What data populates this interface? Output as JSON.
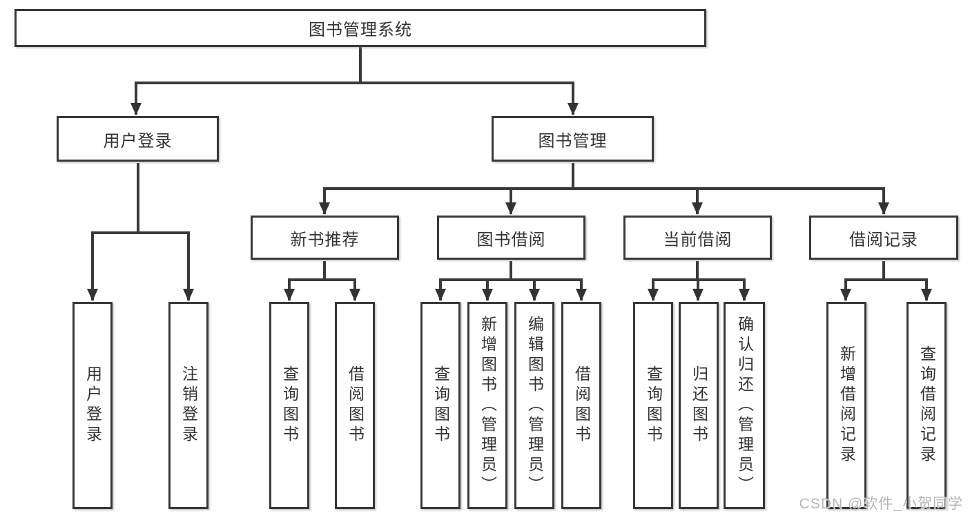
{
  "diagram": {
    "root": {
      "label": "图书管理系统"
    },
    "level2": {
      "user_login": {
        "label": "用户登录"
      },
      "book_mgmt": {
        "label": "图书管理"
      }
    },
    "level3": {
      "new_book_rec": {
        "label": "新书推荐"
      },
      "book_borrow": {
        "label": "图书借阅"
      },
      "current_borrow": {
        "label": "当前借阅"
      },
      "borrow_record": {
        "label": "借阅记录"
      }
    },
    "leaves": {
      "user_login": "用户登录",
      "logout": "注销登录",
      "nb_query": "查询图书",
      "nb_borrow": "借阅图书",
      "bb_query": "查询图书",
      "bb_add": "新增图书（管理员）",
      "bb_edit": "编辑图书（管理员）",
      "bb_borrow": "借阅图书",
      "cb_query": "查询图书",
      "cb_return": "归还图书",
      "cb_confirm": "确认归还（管理员）",
      "br_add": "新增借阅记录",
      "br_query": "查询借阅记录"
    }
  },
  "watermark": {
    "text": "CSDN @软件_小贺同学"
  },
  "colors": {
    "line": "#3a3a3a",
    "border": "#383838",
    "text": "#333333",
    "watermark": "#b5b5b5",
    "background": "#ffffff"
  }
}
